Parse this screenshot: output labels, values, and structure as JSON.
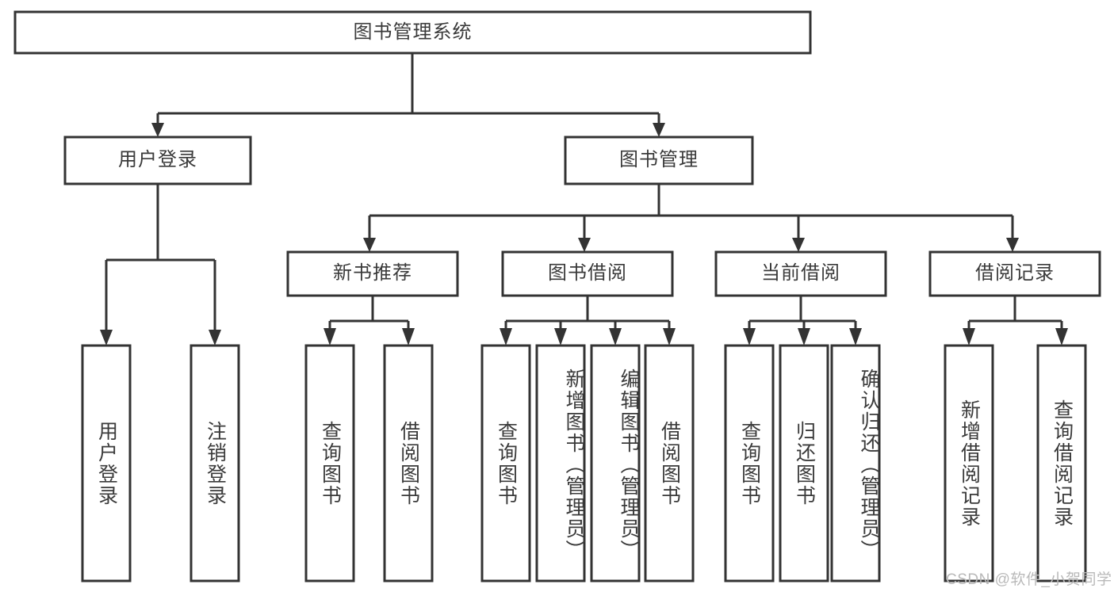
{
  "diagram": {
    "title": "图书管理系统",
    "type": "tree",
    "root": {
      "id": "root",
      "label": "图书管理系统",
      "orientation": "horizontal"
    },
    "level2": [
      {
        "id": "user-login",
        "label": "用户登录",
        "orientation": "horizontal"
      },
      {
        "id": "book-management",
        "label": "图书管理",
        "orientation": "horizontal"
      }
    ],
    "level3": [
      {
        "id": "new-book-recommend",
        "label": "新书推荐",
        "orientation": "horizontal",
        "parent": "book-management"
      },
      {
        "id": "book-borrow",
        "label": "图书借阅",
        "orientation": "horizontal",
        "parent": "book-management"
      },
      {
        "id": "current-borrow",
        "label": "当前借阅",
        "orientation": "horizontal",
        "parent": "book-management"
      },
      {
        "id": "borrow-record",
        "label": "借阅记录",
        "orientation": "horizontal",
        "parent": "book-management"
      }
    ],
    "leaves": [
      {
        "id": "leaf-user-login",
        "label": "用户登录",
        "parent": "user-login",
        "orientation": "vertical"
      },
      {
        "id": "leaf-logout-login",
        "label": "注销登录",
        "parent": "user-login",
        "orientation": "vertical"
      },
      {
        "id": "leaf-query-book-1",
        "label": "查询图书",
        "parent": "new-book-recommend",
        "orientation": "vertical"
      },
      {
        "id": "leaf-borrow-book-1",
        "label": "借阅图书",
        "parent": "new-book-recommend",
        "orientation": "vertical"
      },
      {
        "id": "leaf-query-book-2",
        "label": "查询图书",
        "parent": "book-borrow",
        "orientation": "vertical"
      },
      {
        "id": "leaf-add-book",
        "label": "新增图书（管理员）",
        "parent": "book-borrow",
        "orientation": "vertical"
      },
      {
        "id": "leaf-edit-book",
        "label": "编辑图书（管理员）",
        "parent": "book-borrow",
        "orientation": "vertical"
      },
      {
        "id": "leaf-borrow-book-2",
        "label": "借阅图书",
        "parent": "book-borrow",
        "orientation": "vertical"
      },
      {
        "id": "leaf-query-book-3",
        "label": "查询图书",
        "parent": "current-borrow",
        "orientation": "vertical"
      },
      {
        "id": "leaf-return-book",
        "label": "归还图书",
        "parent": "current-borrow",
        "orientation": "vertical"
      },
      {
        "id": "leaf-confirm-return",
        "label": "确认归还（管理员）",
        "parent": "current-borrow",
        "orientation": "vertical"
      },
      {
        "id": "leaf-add-record",
        "label": "新增借阅记录",
        "parent": "borrow-record",
        "orientation": "vertical"
      },
      {
        "id": "leaf-query-record",
        "label": "查询借阅记录",
        "parent": "borrow-record",
        "orientation": "vertical"
      }
    ]
  },
  "watermark": {
    "text": "CSDN @软件_小贺同学"
  },
  "colors": {
    "stroke": "#333333",
    "box_fill": "#ffffff",
    "text": "#3a3a3a",
    "watermark": "#b9b9b9",
    "background": "#ffffff"
  }
}
